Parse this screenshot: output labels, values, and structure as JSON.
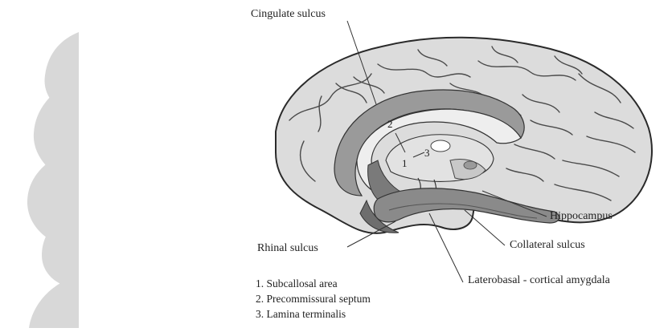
{
  "labels": {
    "cingulate_sulcus": "Cingulate sulcus",
    "hippocampus": "Hippocampus",
    "rhinal_sulcus": "Rhinal sulcus",
    "collateral_sulcus": "Collateral sulcus",
    "amygdala": "Laterobasal - cortical amygdala"
  },
  "markers": [
    "1",
    "2",
    "3"
  ],
  "legend": [
    "1. Subcallosal area",
    "2. Precommissural septum",
    "3. Lamina terminalis"
  ]
}
